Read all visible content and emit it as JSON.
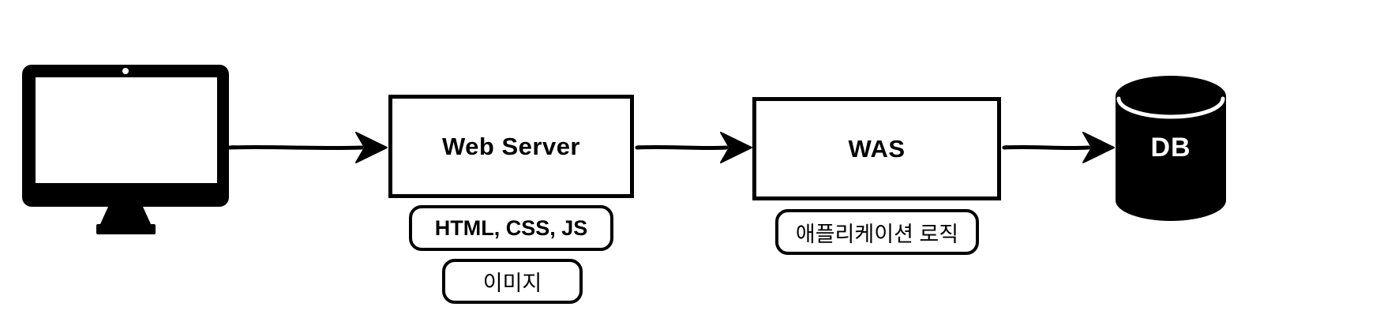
{
  "diagram": {
    "nodes": {
      "client": {
        "icon": "monitor-icon"
      },
      "web_server": {
        "label": "Web Server"
      },
      "was": {
        "label": "WAS"
      },
      "db": {
        "label": "DB",
        "icon": "database-cylinder-icon"
      }
    },
    "annotations": {
      "web_server_outputs": [
        "HTML, CSS, JS",
        "이미지"
      ],
      "was_outputs": [
        "애플리케이션 로직"
      ]
    },
    "flow": [
      "client -> web_server",
      "web_server -> was",
      "was -> db"
    ],
    "colors": {
      "ink": "#000000",
      "background": "#ffffff"
    }
  }
}
